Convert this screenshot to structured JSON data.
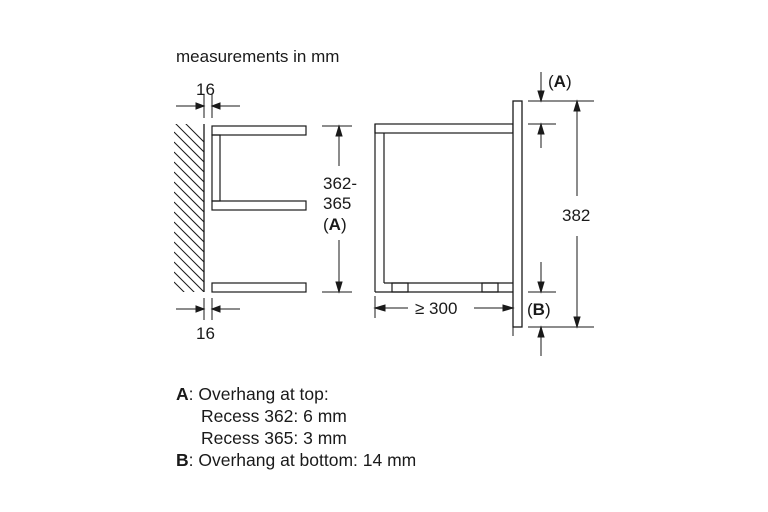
{
  "header": {
    "units_note": "measurements in mm"
  },
  "dimensions": {
    "side_gap_top": "16",
    "side_gap_bottom": "16",
    "niche_height_line1": "362-",
    "niche_height_line2": "365",
    "niche_height_ref": "(A)",
    "min_depth": "≥ 300",
    "front_height": "382",
    "marker_a": "(A)",
    "marker_b": "(B)"
  },
  "legend": {
    "a_key": "A",
    "a_title": ": Overhang at top:",
    "a_line1": "Recess 362: 6 mm",
    "a_line2": "Recess 365: 3 mm",
    "b_key": "B",
    "b_text": ": Overhang at bottom: 14 mm"
  },
  "colors": {
    "line": "#1a1a1a",
    "background": "#ffffff"
  }
}
